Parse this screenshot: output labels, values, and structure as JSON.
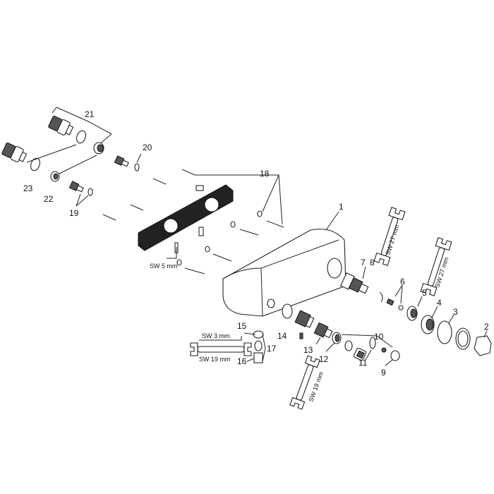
{
  "labels": {
    "p1": "1",
    "p2": "2",
    "p3": "3",
    "p4": "4",
    "p5": "5",
    "p6": "6",
    "p7": "7",
    "p8": "8",
    "p9": "9",
    "p10": "10",
    "p11": "11",
    "p12": "12",
    "p13": "13",
    "p14": "14",
    "p15": "15",
    "p16": "16",
    "p17": "17",
    "p18": "18",
    "p19": "19",
    "p20": "20",
    "p21": "21",
    "p22": "22",
    "p23": "23"
  },
  "tools": {
    "sw5": "SW 5 mm",
    "sw3": "SW 3 mm",
    "sw19a": "SW 19 mm",
    "sw19b": "SW 19 mm",
    "sw27a": "SW 27 mm",
    "sw27b": "SW 27 mm"
  }
}
